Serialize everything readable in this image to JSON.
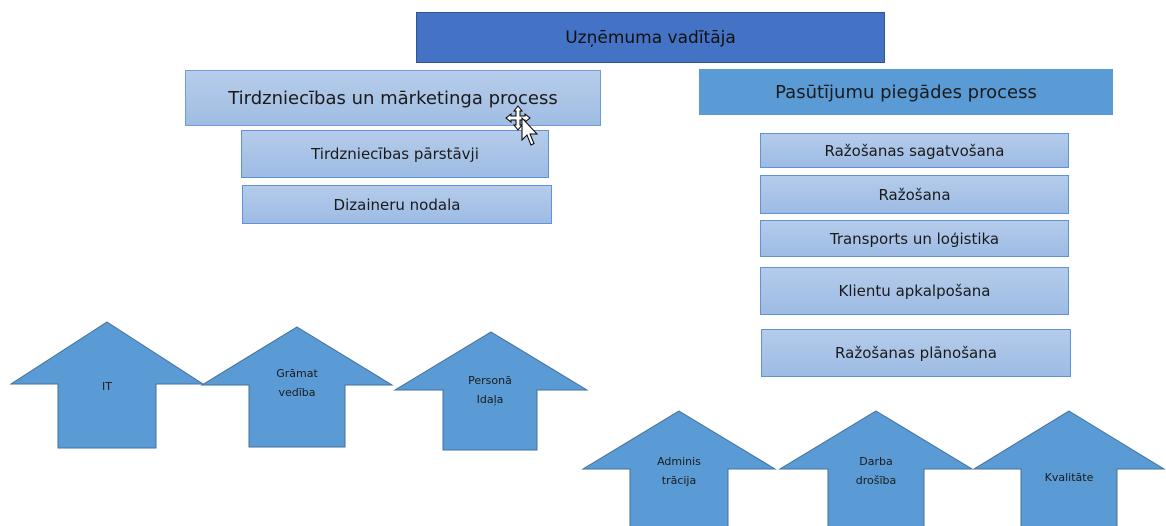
{
  "head": {
    "label": "Uzņēmuma vadītāja"
  },
  "left_process": {
    "label": "Tirdzniecības un mārketinga process",
    "units": [
      "Tirdzniecības pārstāvji",
      "Dizaineru nodala"
    ]
  },
  "right_process": {
    "label": "Pasūtījumu piegādes process",
    "units": [
      "Ražošanas sagatvošana",
      "Ražošana",
      "Transports un loģistika",
      "Klientu apkalpošana",
      "Ražošanas plānošana"
    ]
  },
  "support_left": [
    {
      "line1": "IT",
      "line2": ""
    },
    {
      "line1": "Grāmat",
      "line2": "vedība"
    },
    {
      "line1": "Personā",
      "line2": "Idaļa"
    }
  ],
  "support_right": [
    {
      "line1": "Adminis",
      "line2": "trācija"
    },
    {
      "line1": "Darba",
      "line2": "drošība"
    },
    {
      "line1": "Kvalitāte",
      "line2": ""
    }
  ],
  "colors": {
    "head_fill": "#4472c4",
    "right_process_fill": "#5b9bd5",
    "sub_fill": "#a8c3e8",
    "arrow_fill": "#5b9bd5",
    "arrow_stroke": "#41719c"
  },
  "cursor_icon": "move-cursor-icon"
}
